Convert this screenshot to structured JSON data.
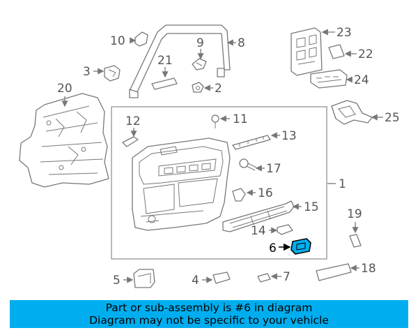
{
  "diagram": {
    "highlight_color": "#00aeef",
    "highlighted_part": "6",
    "callouts": [
      "1",
      "2",
      "3",
      "4",
      "5",
      "6",
      "7",
      "8",
      "9",
      "10",
      "11",
      "12",
      "13",
      "14",
      "15",
      "16",
      "17",
      "18",
      "19",
      "20",
      "21",
      "22",
      "23",
      "24",
      "25"
    ]
  },
  "banner": {
    "line1": "Part or sub-assembly is #6 in diagram",
    "line2": "Diagram may not be specific to your vehicle",
    "color": "#00aeef"
  }
}
